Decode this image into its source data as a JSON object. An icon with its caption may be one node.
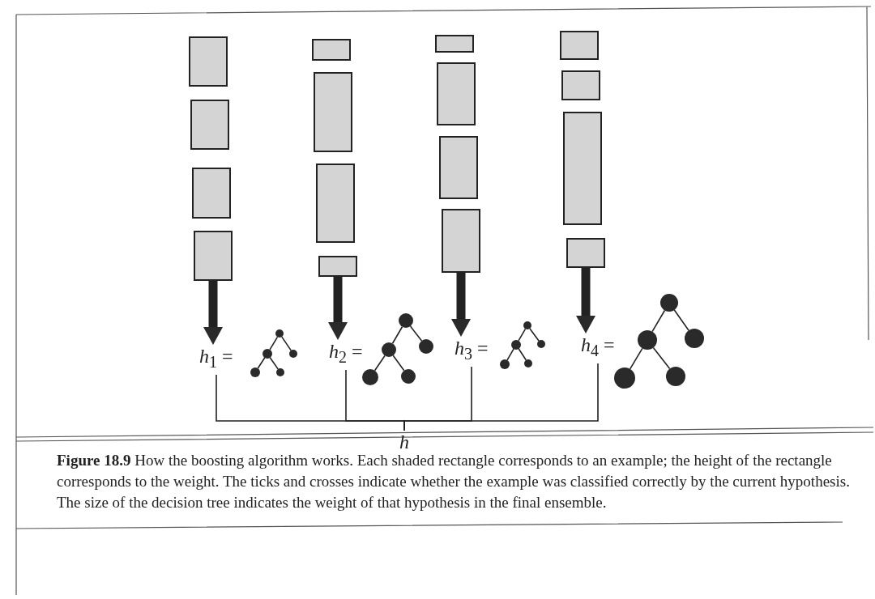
{
  "diagram": {
    "caption": "**Figure 18.9** How the boosting algorithm works. Each shaded rectangle corresponds to an example; the height of the rectangle corresponds to the weight. The ticks and crosses indicate whether the example was classified correctly by the current hypothesis. The size of the decision tree indicates the weight of that hypothesis in the final ensemble.",
    "nodes": [
      {
        "text": [],
        "shape": "box"
      },
      {
        "text": [],
        "shape": "box"
      },
      {
        "text": [],
        "shape": "box"
      },
      {
        "text": [],
        "shape": "box"
      },
      {
        "text": [],
        "shape": "box"
      },
      {
        "text": [],
        "shape": "box"
      },
      {
        "text": [],
        "shape": "box"
      },
      {
        "text": [],
        "shape": "box"
      },
      {
        "text": [],
        "shape": "box"
      },
      {
        "text": [],
        "shape": "box"
      },
      {
        "text": [],
        "shape": "box"
      },
      {
        "text": [],
        "shape": "box"
      },
      {
        "text": [],
        "shape": "box"
      },
      {
        "text": [],
        "shape": "box"
      },
      {
        "text": [],
        "shape": "box"
      },
      {
        "text": [],
        "shape": "box"
      },
      {
        "text": [
          "*h*$_{1}$ ="
        ]
      },
      {
        "text": [
          "*h*$_{2}$ ="
        ]
      },
      {
        "text": [
          "*h*$_{3}$ ="
        ]
      },
      {
        "text": [
          "*h*$_{4}$ ="
        ]
      },
      {
        "text": [
          "h"
        ]
      },
      {
        "text": [],
        "shape": "circle"
      },
      {
        "text": [],
        "shape": "circle"
      },
      {
        "text": [],
        "shape": "circle"
      },
      {
        "text": [],
        "shape": "circle"
      },
      {
        "text": [],
        "shape": "circle"
      },
      {
        "text": [],
        "shape": "circle"
      },
      {
        "text": [],
        "shape": "circle"
      },
      {
        "text": [],
        "shape": "circle"
      },
      {
        "text": [],
        "shape": "circle"
      },
      {
        "text": [],
        "shape": "circle"
      },
      {
        "text": [],
        "shape": "circle"
      },
      {
        "text": [],
        "shape": "circle"
      },
      {
        "text": [],
        "shape": "circle"
      },
      {
        "text": [],
        "shape": "circle"
      },
      {
        "text": [],
        "shape": "circle"
      },
      {
        "text": [],
        "shape": "circle"
      },
      {
        "text": [],
        "shape": "circle"
      },
      {
        "text": [],
        "shape": "circle"
      },
      {
        "text": [],
        "shape": "circle"
      },
      {
        "text": [],
        "shape": "circle"
      }
    ],
    "edges": [
      {
        "from": 3,
        "to": 16,
        "arrow": "to",
        "style": "thick"
      },
      {
        "from": 7,
        "to": 17,
        "arrow": "to",
        "style": "thick"
      },
      {
        "from": 11,
        "to": 18,
        "arrow": "to",
        "style": "thick"
      },
      {
        "from": 15,
        "to": 19,
        "arrow": "to",
        "style": "thick"
      },
      {
        "from": 21,
        "to": 22,
        "arrow": "none"
      },
      {
        "from": 21,
        "to": 23,
        "arrow": "none"
      },
      {
        "from": 22,
        "to": 24,
        "arrow": "none"
      },
      {
        "from": 22,
        "to": 25,
        "arrow": "none"
      },
      {
        "from": 26,
        "to": 27,
        "arrow": "none"
      },
      {
        "from": 26,
        "to": 28,
        "arrow": "none"
      },
      {
        "from": 27,
        "to": 29,
        "arrow": "none"
      },
      {
        "from": 27,
        "to": 30,
        "arrow": "none"
      },
      {
        "from": 31,
        "to": 32,
        "arrow": "none"
      },
      {
        "from": 31,
        "to": 33,
        "arrow": "none"
      },
      {
        "from": 32,
        "to": 34,
        "arrow": "none"
      },
      {
        "from": 32,
        "to": 35,
        "arrow": "none"
      },
      {
        "from": 36,
        "to": 37,
        "arrow": "none"
      },
      {
        "from": 36,
        "to": 38,
        "arrow": "none"
      },
      {
        "from": 37,
        "to": 39,
        "arrow": "none"
      },
      {
        "from": 37,
        "to": 40,
        "arrow": "none"
      },
      {
        "from": 16,
        "to": 20,
        "arrow": "none"
      },
      {
        "from": 17,
        "to": 20,
        "arrow": "none"
      },
      {
        "from": 18,
        "to": 20,
        "arrow": "none"
      },
      {
        "from": 19,
        "to": 20,
        "arrow": "none"
      }
    ]
  }
}
